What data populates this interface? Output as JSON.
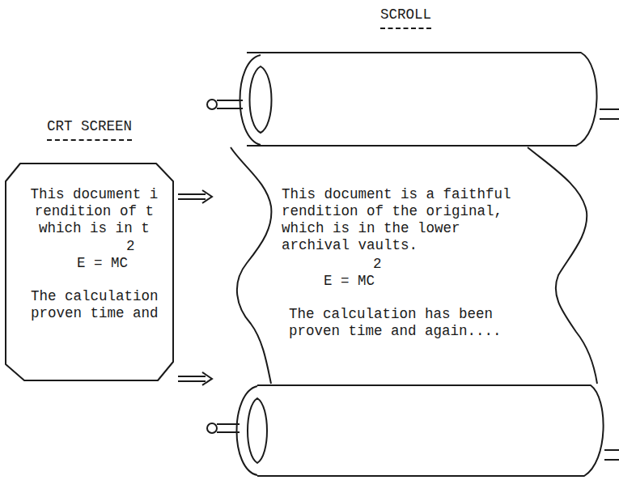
{
  "diagram": {
    "nodes": [
      {
        "text": [
          "CRT SCREEN",
          "This document i rendition of t which is in t",
          "2",
          "E = MC",
          "The calculation proven time and"
        ]
      },
      {
        "text": [
          "SCROLL",
          "This document is a faithful rendition of the original, which is in the lower archival vaults.",
          "2",
          "E = MC",
          "The calculation has been proven time and again...."
        ]
      }
    ],
    "edges": [
      {
        "from": 0,
        "to": 1,
        "arrow": "to"
      },
      {
        "from": 0,
        "to": 1,
        "arrow": "to"
      }
    ]
  }
}
